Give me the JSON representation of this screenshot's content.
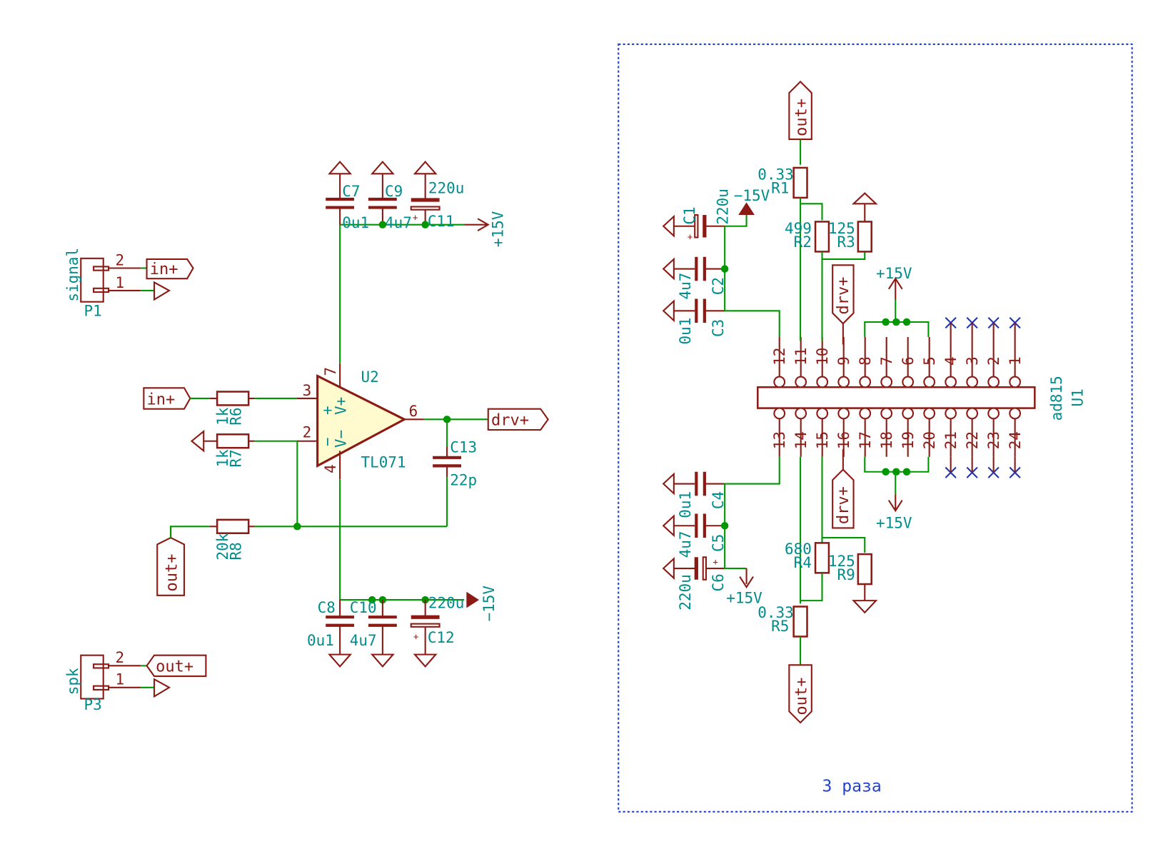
{
  "schematic": {
    "colors": {
      "wire": "#009600",
      "part": "#8c1a14",
      "ref_text": "#008c8c",
      "note": "#2244cc",
      "opamp_fill": "#fffbcf"
    },
    "connectors": [
      {
        "ref": "P1",
        "value": "signal",
        "pins": [
          "2",
          "1"
        ],
        "net": "in+"
      },
      {
        "ref": "P3",
        "value": "spk",
        "pins": [
          "2",
          "1"
        ],
        "net": "out+"
      }
    ],
    "opamp": {
      "ref": "U2",
      "value": "TL071",
      "pins": {
        "inp": "3",
        "inn": "2",
        "out": "6",
        "vpos": "7",
        "vneg": "4"
      },
      "plus_sign": "+",
      "minus_sign": "−",
      "vpos_label": "V+",
      "vneg_label": "V−"
    },
    "left_resistors": [
      {
        "ref": "R6",
        "value": "1k"
      },
      {
        "ref": "R7",
        "value": "1k"
      },
      {
        "ref": "R8",
        "value": "20k"
      }
    ],
    "left_caps": {
      "c7": {
        "ref": "C7",
        "value": "0u1"
      },
      "c9": {
        "ref": "C9",
        "value": "4u7"
      },
      "c11": {
        "ref": "C11",
        "value": "220u"
      },
      "c8": {
        "ref": "C8",
        "value": "0u1"
      },
      "c10": {
        "ref": "C10",
        "value": "4u7"
      },
      "c12": {
        "ref": "C12",
        "value": "220u"
      },
      "c13": {
        "ref": "C13",
        "value": "22p"
      }
    },
    "power": {
      "pos": "+15V",
      "neg": "−15V"
    },
    "net_labels": {
      "in": "in+",
      "drv": "drv+",
      "out": "out+"
    },
    "output_stage": {
      "ic": {
        "ref": "U1",
        "value": "ad815"
      },
      "top_pins": [
        "12",
        "11",
        "10",
        "9",
        "8",
        "7",
        "6",
        "5",
        "4",
        "3",
        "2",
        "1"
      ],
      "bottom_pins": [
        "13",
        "14",
        "15",
        "16",
        "17",
        "18",
        "19",
        "20",
        "21",
        "22",
        "23",
        "24"
      ],
      "resistors": [
        {
          "ref": "R1",
          "value": "0.33"
        },
        {
          "ref": "R2",
          "value": "499"
        },
        {
          "ref": "R3",
          "value": "125"
        },
        {
          "ref": "R4",
          "value": "680"
        },
        {
          "ref": "R5",
          "value": "0.33"
        },
        {
          "ref": "R9",
          "value": "125"
        }
      ],
      "caps": [
        {
          "ref": "C1",
          "value": "220u"
        },
        {
          "ref": "C2",
          "value": "4u7"
        },
        {
          "ref": "C3",
          "value": "0u1"
        },
        {
          "ref": "C4",
          "value": "0u1"
        },
        {
          "ref": "C5",
          "value": "4u7"
        },
        {
          "ref": "C6",
          "value": "220u"
        }
      ],
      "note": "3 раза"
    }
  }
}
